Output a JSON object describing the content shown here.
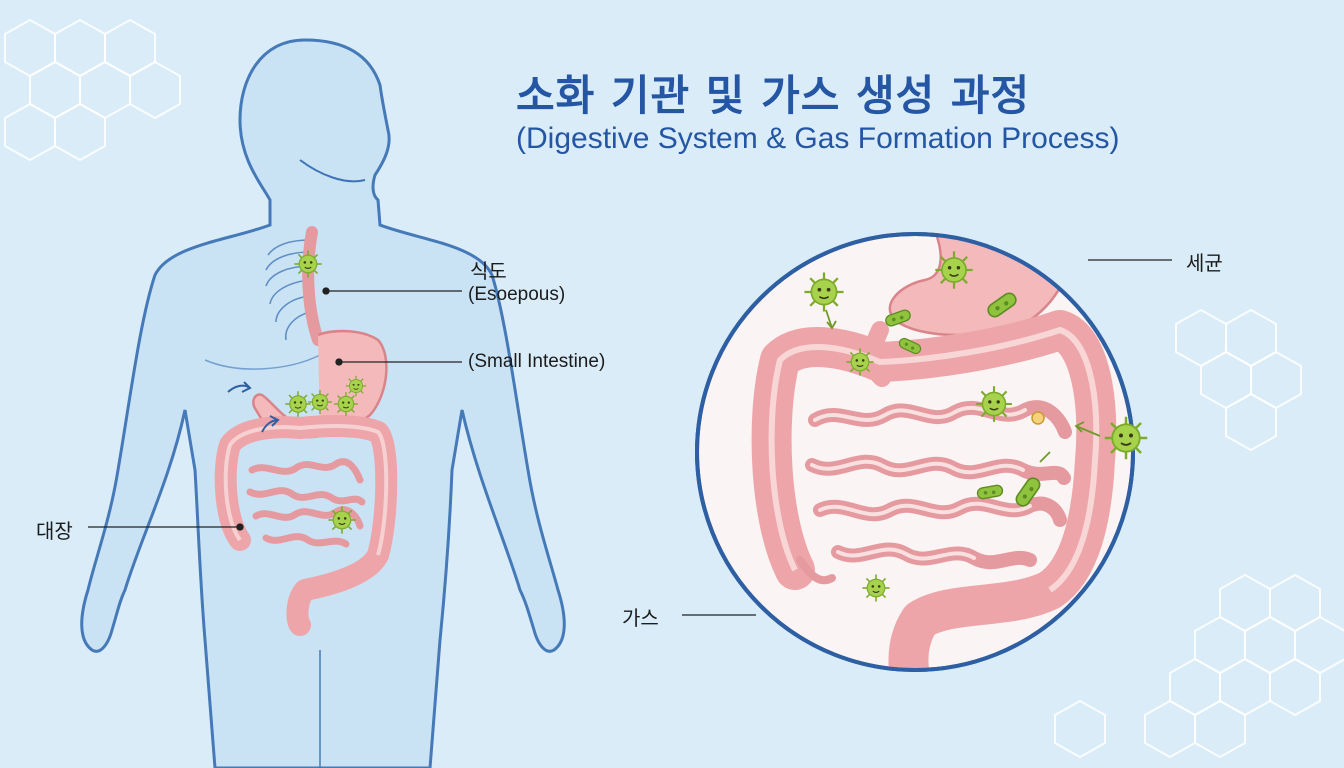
{
  "header": {
    "title": "소화 기관 및 가스 생성 과정",
    "subtitle": "(Digestive System & Gas Formation Process)"
  },
  "labels": {
    "esophagus_ko": "식도",
    "esophagus_en": "(Esoepous)",
    "small_intestine_en": "(Small Intestine)",
    "large_intestine_ko": "대장",
    "bacteria_ko": "세균",
    "gas_ko": "가스"
  },
  "colors": {
    "background": "#d9ecf8",
    "title": "#2456a4",
    "body_outline": "#3e73b5",
    "body_fill": "#c9e3f5",
    "organ_fill": "#f3b9bb",
    "organ_stroke": "#d98489",
    "microbe": "#a7d24b",
    "hexagon": "#ffffff"
  }
}
